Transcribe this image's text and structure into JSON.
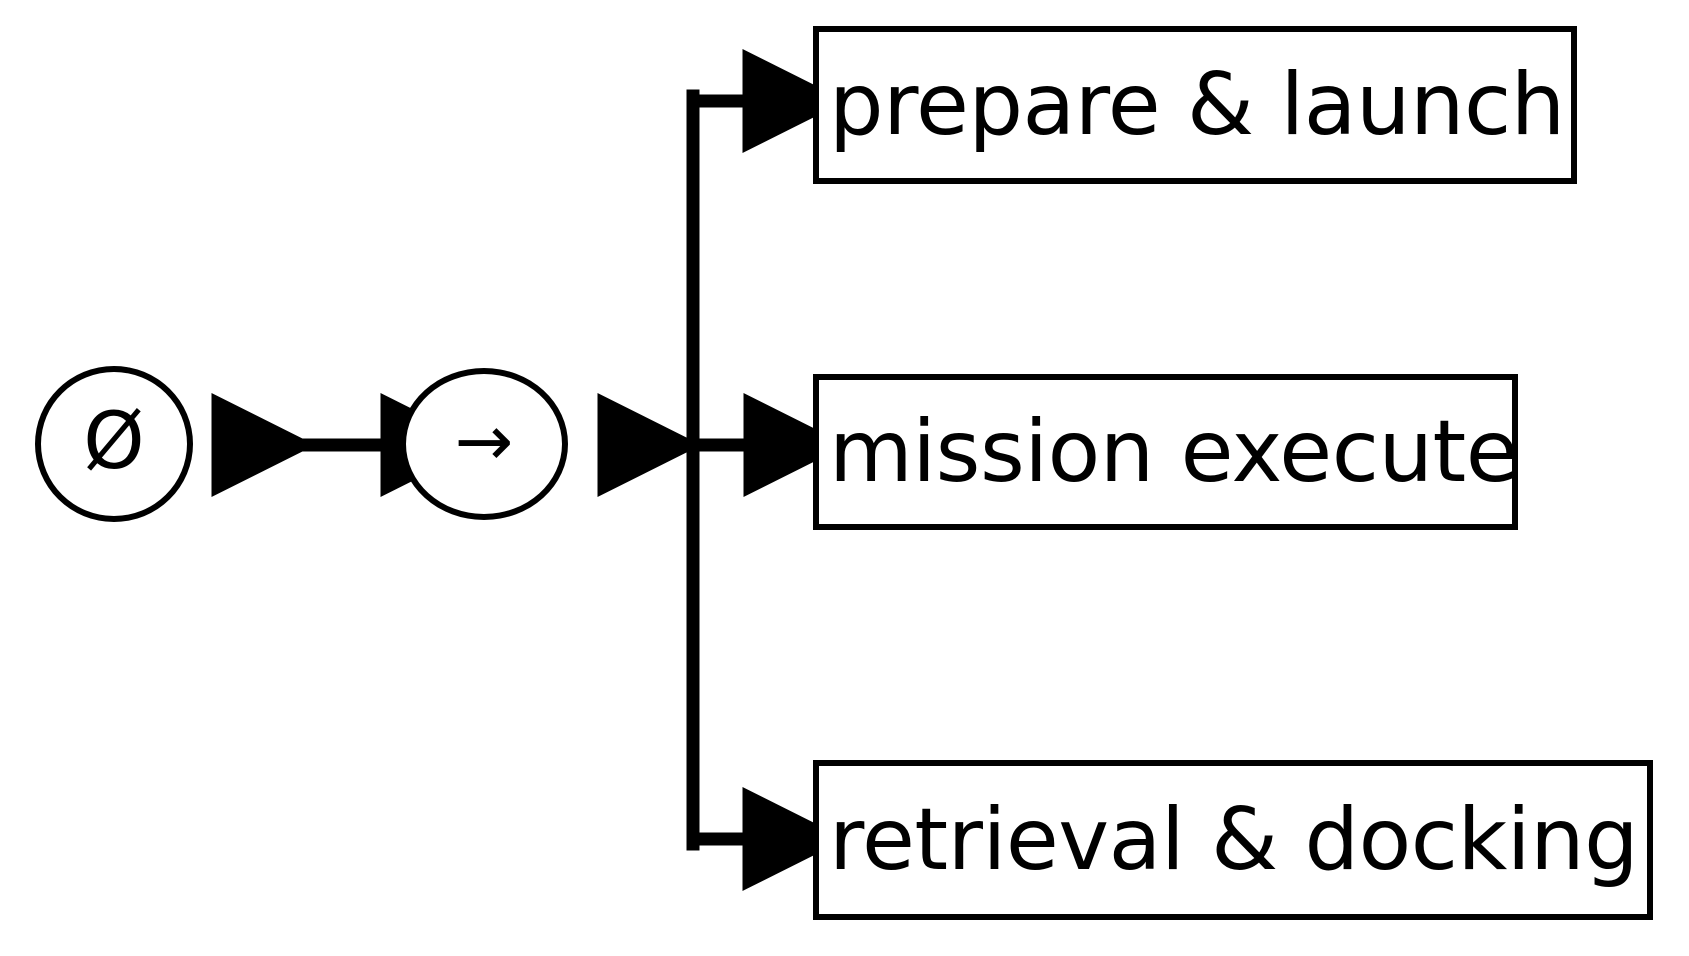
{
  "diagram": {
    "type": "flow-diagram",
    "background_color": "#ffffff",
    "line_color": "#000000",
    "nodes": {
      "empty_set": {
        "shape": "ellipse",
        "glyph": "Ø",
        "glyph_name": "empty-set-symbol"
      },
      "transition": {
        "shape": "ellipse",
        "glyph": "→",
        "glyph_name": "right-arrow-symbol"
      },
      "boxes": [
        {
          "id": "prepare-launch",
          "label": "prepare & launch"
        },
        {
          "id": "mission-execute",
          "label": "mission execute"
        },
        {
          "id": "retrieval-docking",
          "label": "retrieval & docking"
        }
      ]
    },
    "edges": [
      {
        "from": "empty_set",
        "to": "transition",
        "style": "double-headed-arrow"
      },
      {
        "from": "transition",
        "to": "prepare-launch",
        "style": "arrow"
      },
      {
        "from": "transition",
        "to": "mission-execute",
        "style": "double-headed-arrow"
      },
      {
        "from": "transition",
        "to": "retrieval-docking",
        "style": "arrow"
      }
    ]
  }
}
